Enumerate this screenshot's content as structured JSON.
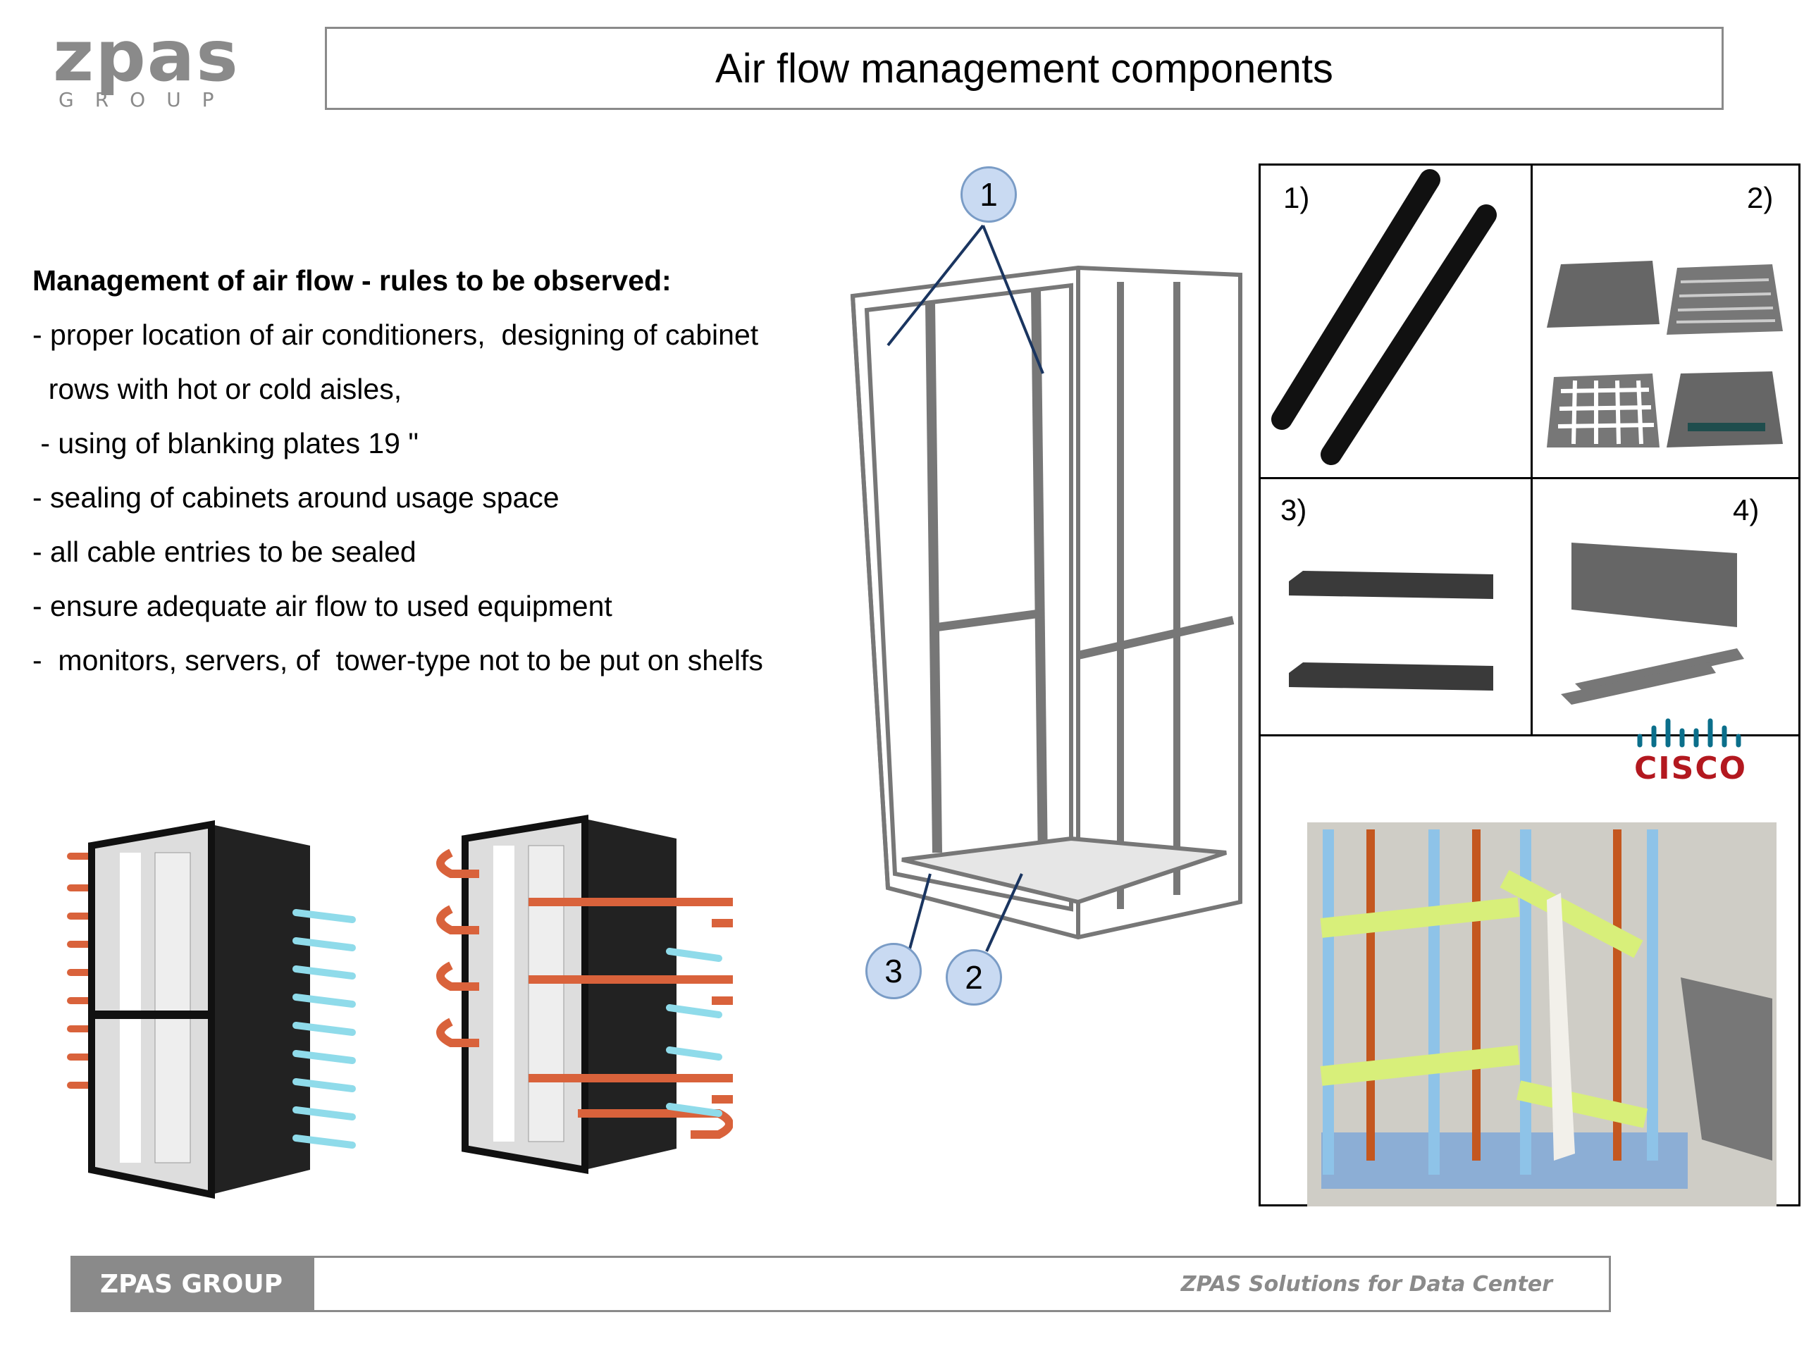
{
  "logo": {
    "main": "zpas",
    "sub": "GROUP"
  },
  "title": "Air flow management components",
  "rules": {
    "heading": "Management of air flow - rules to be observed:",
    "lines": [
      "- proper location of air conditioners,  designing of cabinet",
      "  rows with hot or cold aisles,",
      " - using of blanking plates 19 \"",
      "- sealing of cabinets around usage space",
      "- all cable entries to be sealed",
      "- ensure adequate air flow to used equipment",
      "-  monitors, servers, of  tower-type not to be put on shelfs"
    ]
  },
  "callouts": [
    "1",
    "2",
    "3"
  ],
  "components": {
    "labels": [
      "1)",
      "2)",
      "3)",
      "4)"
    ],
    "brand": "CISCO"
  },
  "footer": {
    "left": "ZPAS  GROUP",
    "right": "ZPAS Solutions for Data Center"
  },
  "colors": {
    "gray": "#8a8a8a",
    "callout_fill": "#c9daf2",
    "hot": "#d9623b",
    "cold": "#7fd3e6",
    "cisco": "#b3181f"
  }
}
